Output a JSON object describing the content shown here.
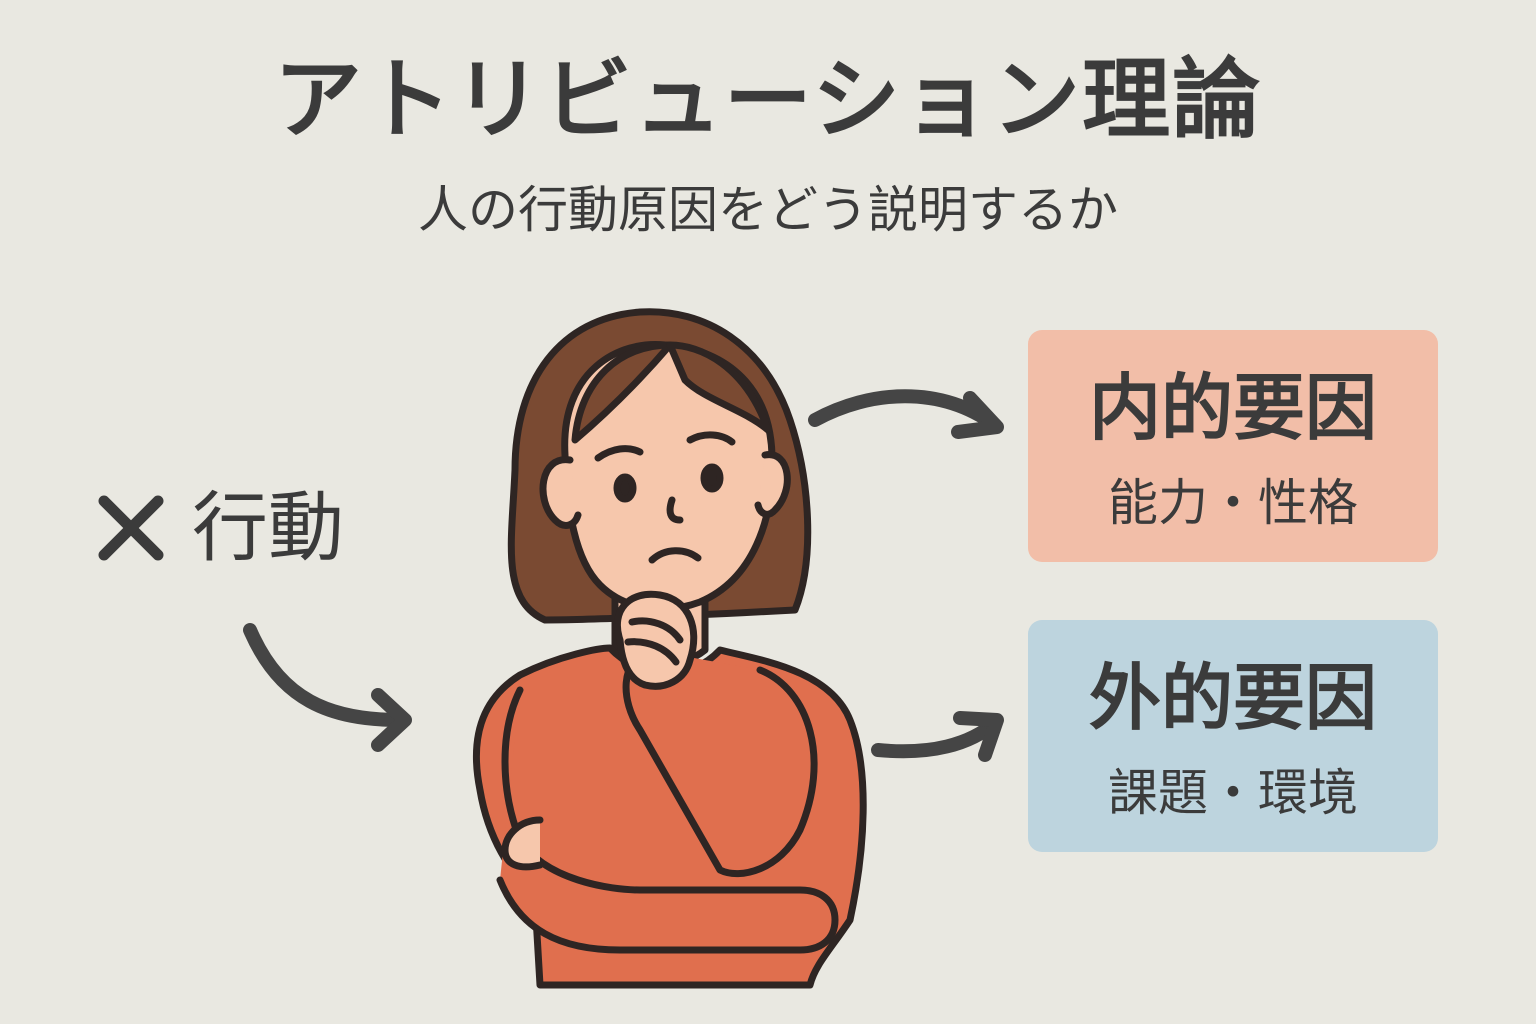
{
  "title": "アトリビューション理論",
  "subtitle": "人の行動原因をどう説明するか",
  "behavior": {
    "icon": "x-icon",
    "label": "行動"
  },
  "internal_factor": {
    "heading": "内的要因",
    "detail": "能力・性格",
    "color": "#f2bea8"
  },
  "external_factor": {
    "heading": "外的要因",
    "detail": "課題・環境",
    "color": "#bdd4de"
  },
  "colors": {
    "background": "#e9e8e1",
    "text": "#3b3b3b",
    "shirt": "#e06f4e",
    "hair": "#7a4a32",
    "skin": "#f6c7ac"
  }
}
